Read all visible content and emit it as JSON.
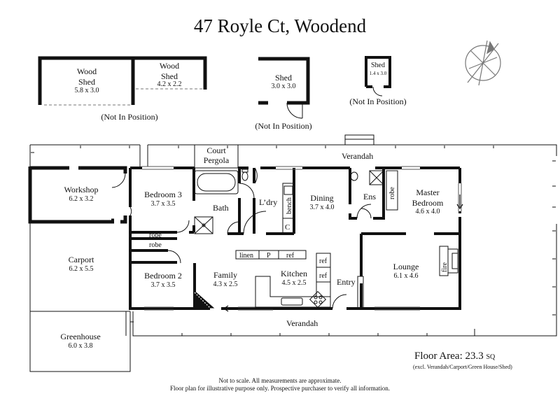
{
  "title": "47 Royle Ct, Woodend",
  "sheds": {
    "wood_shed_1": {
      "name": "Wood\nShed",
      "size": "5.8 x 3.0"
    },
    "wood_shed_2": {
      "name": "Wood\nShed",
      "size": "4.2 x 2.2"
    },
    "shed_1": {
      "name": "Shed",
      "size": "3.0 x 3.0"
    },
    "shed_2": {
      "name": "Shed",
      "size": "1.4 x 3.0"
    },
    "not_in_position": "(Not In Position)"
  },
  "rooms": {
    "verandah_top": "Verandah",
    "verandah_bottom": "Verandah",
    "court_pergola": "Court\nPergola",
    "workshop": {
      "name": "Workshop",
      "size": "6.2 x 3.2"
    },
    "carport": {
      "name": "Carport",
      "size": "6.2 x 5.5"
    },
    "greenhouse": {
      "name": "Greenhouse",
      "size": "6.0 x 3.8"
    },
    "bedroom3": {
      "name": "Bedroom 3",
      "size": "3.7 x 3.5"
    },
    "bath": "Bath",
    "laundry": "L’dry",
    "bench": "bench",
    "c": "C",
    "dining": {
      "name": "Dining",
      "size": "3.7 x 4.0"
    },
    "ens": "Ens",
    "robe_master": "robe",
    "master": {
      "name": "Master\nBedroom",
      "size": "4.6 x 4.0"
    },
    "robe1": "robe",
    "robe2": "robe",
    "linen": "linen",
    "p": "P",
    "ref": "ref",
    "ref2": "ref",
    "ref3": "ref",
    "bedroom2": {
      "name": "Bedroom 2",
      "size": "3.7 x  3.5"
    },
    "family": {
      "name": "Family",
      "size": "4.3 x 2.5"
    },
    "kitchen": {
      "name": "Kitchen",
      "size": "4.5 x 2.5"
    },
    "entry": "Entry",
    "lounge": {
      "name": "Lounge",
      "size": "6.1 x 4.6"
    },
    "fire": "fire"
  },
  "floor_area": {
    "label": "Floor Area: 23.3",
    "unit": "SQ",
    "note": "(excl. Verandah/Carport/Green House/Shed)"
  },
  "disclaimer": {
    "line1": "Not to scale. All measurements are approximate.",
    "line2": "Floor plan for illustrative purpose only. Prospective purchaser to verify all information."
  }
}
